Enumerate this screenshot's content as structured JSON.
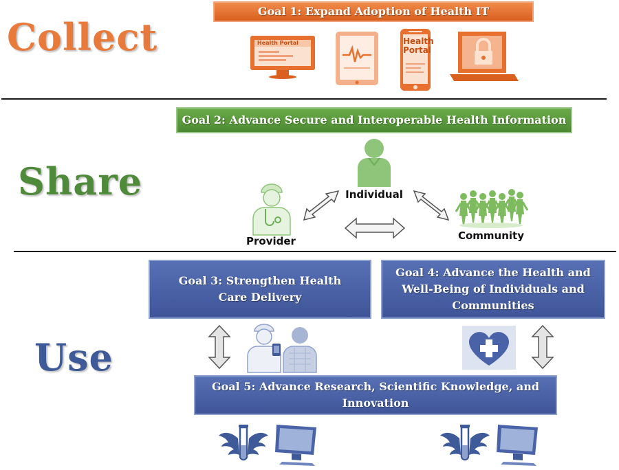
{
  "colors": {
    "collect": "#E87A3C",
    "share": "#4F8A3A",
    "use": "#3E5A99",
    "goal1": "#E8702E",
    "goal2": "#5E9A3E",
    "goal_blue": "#4A63A8",
    "outline_green": "#9CC98A",
    "outline_orange": "#F2A57C",
    "outline_blue": "#8FA2CF"
  },
  "sections": {
    "collect": "Collect",
    "share": "Share",
    "use": "Use"
  },
  "goals": {
    "goal1": "Goal 1: Expand Adoption of Health IT",
    "goal2": "Goal 2: Advance Secure and Interoperable Health Information",
    "goal3": "Goal 3: Strengthen Health Care Delivery",
    "goal4": "Goal 4: Advance the Health and Well-Being of Individuals and Communities",
    "goal5": "Goal 5: Advance Research, Scientific Knowledge, and Innovation"
  },
  "devices": {
    "monitor_text": "Health Portal",
    "phone_text": "Health Portal"
  },
  "nodes": {
    "individual": "Individual",
    "provider": "Provider",
    "community": "Community"
  }
}
